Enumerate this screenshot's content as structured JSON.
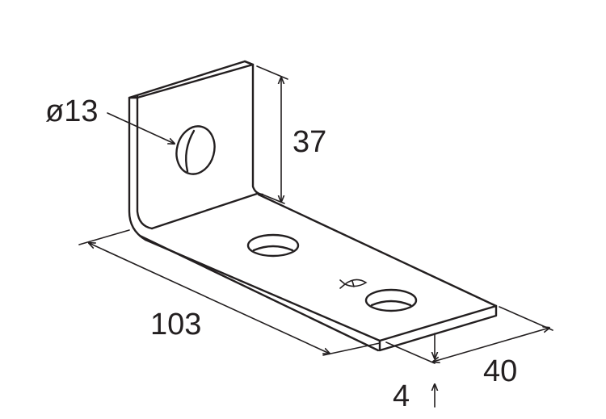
{
  "drawing": {
    "labels": {
      "hole_diameter": "ø13",
      "height": "37",
      "length": "103",
      "width": "40",
      "thickness": "4"
    }
  }
}
